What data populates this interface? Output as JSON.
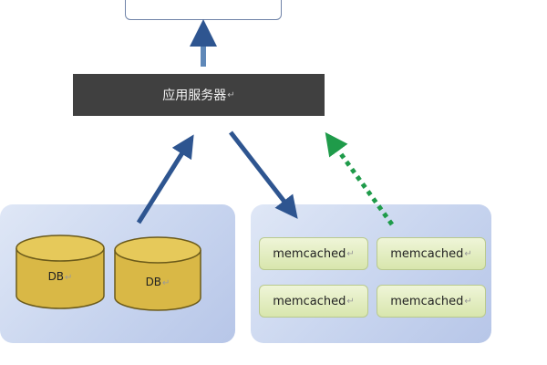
{
  "server": {
    "label": "应用服务器",
    "para_mark": "↵"
  },
  "databases": [
    {
      "label": "DB",
      "para_mark": "↵"
    },
    {
      "label": "DB",
      "para_mark": "↵"
    }
  ],
  "cache_nodes": [
    {
      "label": "memcached",
      "para_mark": "↵"
    },
    {
      "label": "memcached",
      "para_mark": "↵"
    },
    {
      "label": "memcached",
      "para_mark": "↵"
    },
    {
      "label": "memcached",
      "para_mark": "↵"
    }
  ],
  "colors": {
    "arrow": "#2e5590",
    "dashed_arrow": "#1f9b4a",
    "db_fill": "#d9b846",
    "db_stroke": "#6b5a1a",
    "server_fill": "#404040",
    "cache_fill": "#e3edc2"
  }
}
